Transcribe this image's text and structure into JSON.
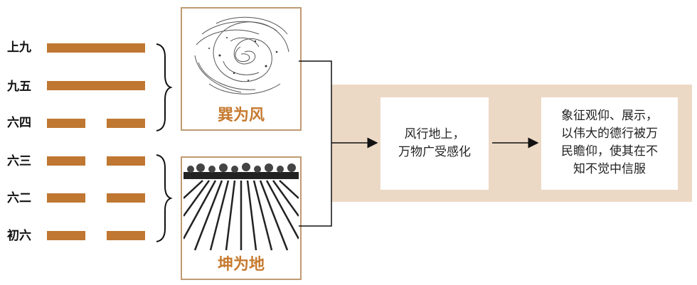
{
  "lines": [
    {
      "label": "上九",
      "type": "yang"
    },
    {
      "label": "九五",
      "type": "yang"
    },
    {
      "label": "六四",
      "type": "yin"
    },
    {
      "label": "六三",
      "type": "yin"
    },
    {
      "label": "六二",
      "type": "yin"
    },
    {
      "label": "初六",
      "type": "yin"
    }
  ],
  "upper_trigram": {
    "label": "巽为风",
    "image": "wind-swirl"
  },
  "lower_trigram": {
    "label": "坤为地",
    "image": "field-furrows"
  },
  "box1": {
    "line1": "风行地上，",
    "line2": "万物广受感化"
  },
  "box2": {
    "line1": "象征观仰、展示，",
    "line2": "以伟大的德行被万",
    "line3": "民瞻仰，使其在不",
    "line4": "知不觉中信服"
  },
  "colors": {
    "line": "#bf7731",
    "band": "#ecd9c5",
    "label": "#c67a2f"
  }
}
